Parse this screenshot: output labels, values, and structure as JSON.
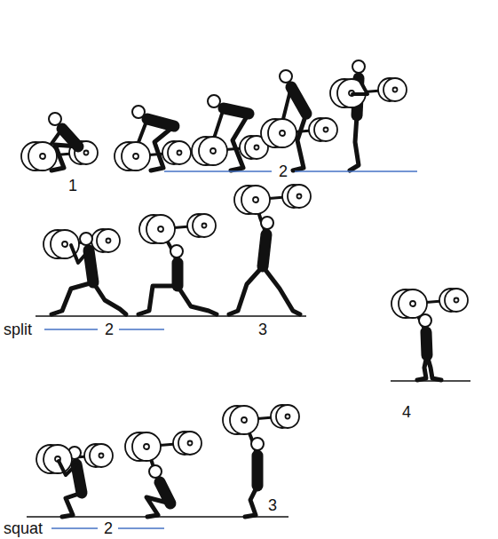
{
  "diagram": {
    "labels": [
      "1",
      "2",
      "split",
      "2",
      "3",
      "4",
      "squat",
      "2",
      "3"
    ]
  }
}
